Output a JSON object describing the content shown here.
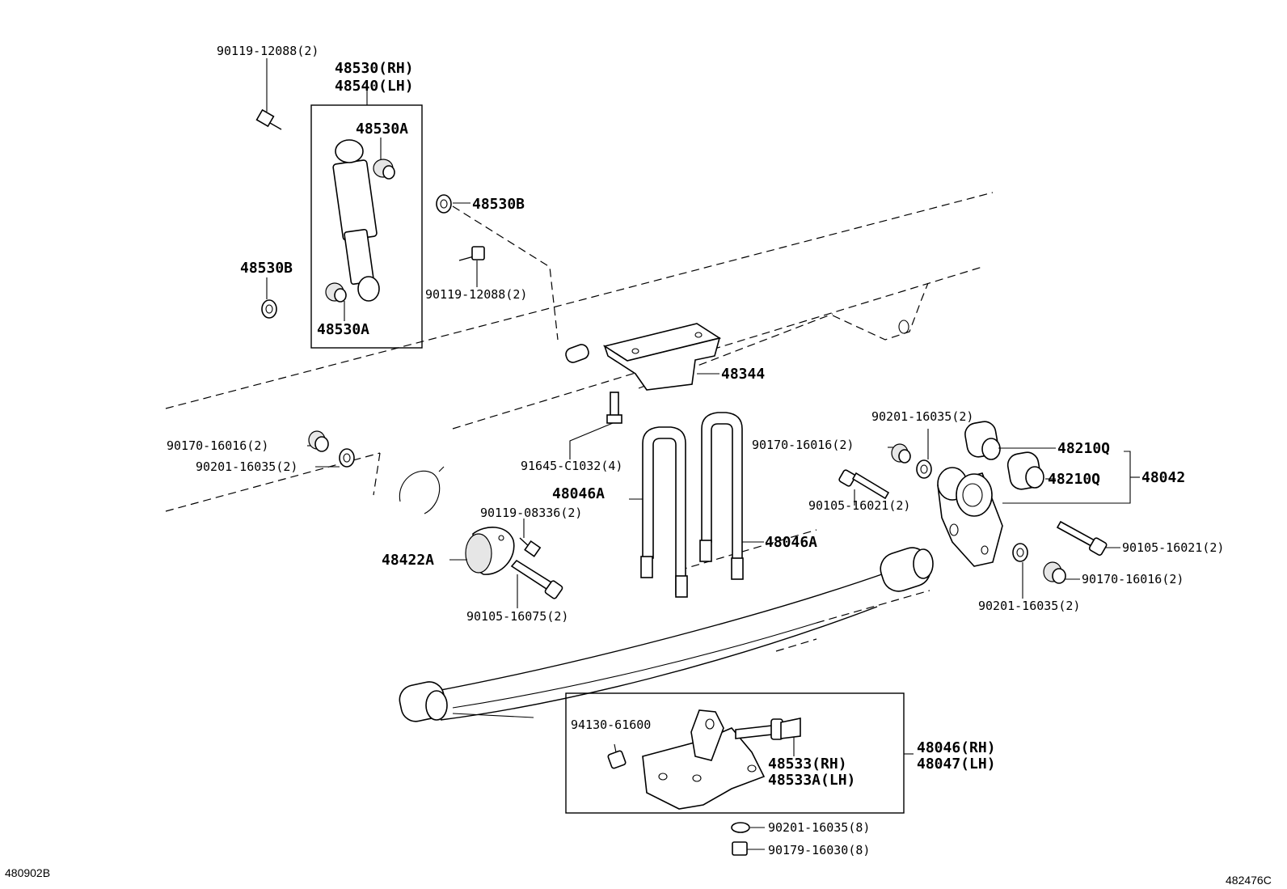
{
  "corners": {
    "left_code": "480902B",
    "right_code": "482476C"
  },
  "labels": {
    "bolt_top_a": "90119-12088(2)",
    "shock_rh": "48530(RH)",
    "shock_lh": "48540(LH)",
    "bush_48530a_top": "48530A",
    "washer_48530b_right": "48530B",
    "washer_48530b_left": "48530B",
    "bolt_top_b": "90119-12088(2)",
    "bush_48530a_bottom": "48530A",
    "bracket_48344": "48344",
    "nut_left": "90170-16016(2)",
    "washer_left": "90201-16035(2)",
    "bolt_91645": "91645-C1032(4)",
    "ubolt_left": "48046A",
    "ubolt_right": "48046A",
    "bolt_90119_08336": "90119-08336(2)",
    "stopper_48422a": "48422A",
    "bolt_90105_16075": "90105-16075(2)",
    "washer_top_right": "90201-16035(2)",
    "nut_mid_right": "90170-16016(2)",
    "bolt_mid_right": "90105-16021(2)",
    "bush_48210q_a": "48210Q",
    "bush_48210q_b": "48210Q",
    "shackle_48042": "48042",
    "bolt_far_right": "90105-16021(2)",
    "nut_far_right": "90170-16016(2)",
    "washer_bottom_right": "90201-16035(2)",
    "nut_94130": "94130-61600",
    "pin_rh": "48533(RH)",
    "pin_lh": "48533A(LH)",
    "seat_rh": "48046(RH)",
    "seat_lh": "48047(LH)",
    "washer_bottom": "90201-16035(8)",
    "nut_bottom": "90179-16030(8)"
  }
}
